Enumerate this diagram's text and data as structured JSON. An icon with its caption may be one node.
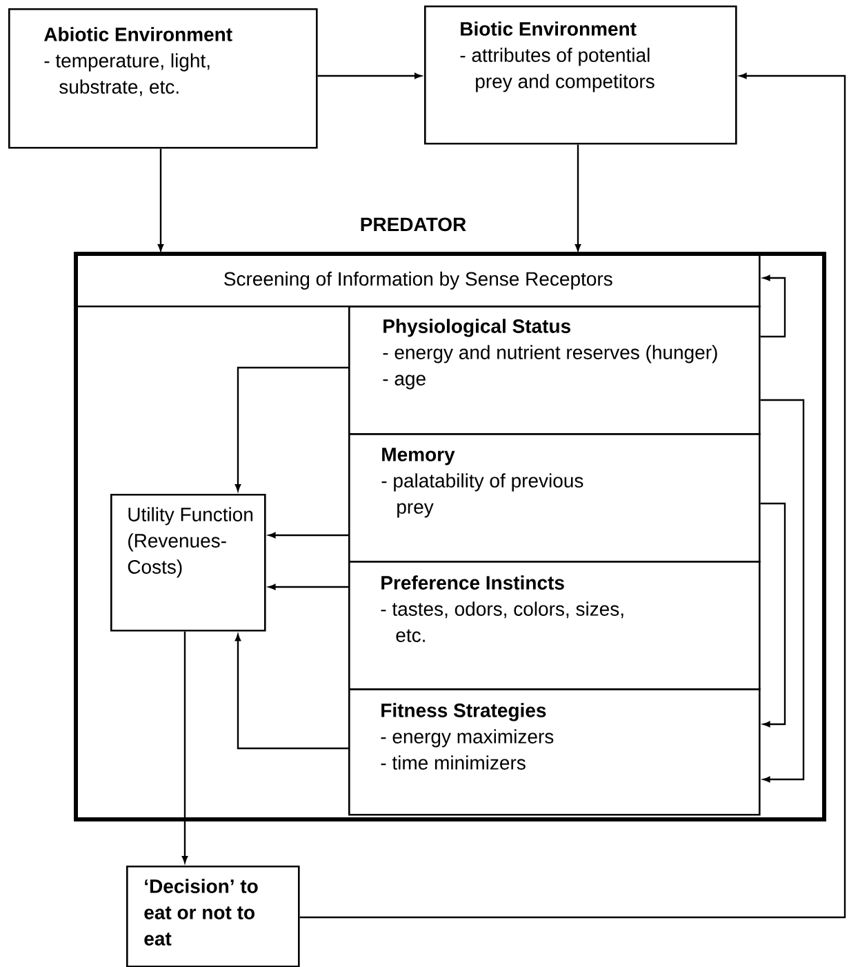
{
  "diagram": {
    "nodes": [
      {
        "text": [
          "Abiotic Environment",
          "- temperature, light, substrate, etc."
        ]
      },
      {
        "text": [
          "Biotic Environment",
          "- attributes of potential prey and competitors"
        ]
      },
      {
        "text": [
          "PREDATOR"
        ]
      },
      {
        "text": [
          "Screening of Information by Sense Receptors"
        ],
        "in": 2
      },
      {
        "text": [
          "Physiological Status",
          "- energy and nutrient reserves (hunger)",
          "- age"
        ],
        "in": 2
      },
      {
        "text": [
          "Memory",
          "- palatability of previous prey"
        ],
        "in": 2
      },
      {
        "text": [
          "Preference Instincts",
          "- tastes, odors, colors, sizes, etc."
        ],
        "in": 2
      },
      {
        "text": [
          "Fitness Strategies",
          "- energy maximizers",
          "- time minimizers"
        ],
        "in": 2
      },
      {
        "text": [
          "Utility Function (Revenues-Costs)"
        ],
        "in": 2
      },
      {
        "text": [
          "‘Decision’ to eat or not to eat"
        ]
      }
    ],
    "edges": [
      {
        "from": 0,
        "to": 1,
        "arrow": "to"
      },
      {
        "from": 0,
        "to": 3,
        "arrow": "to"
      },
      {
        "from": 1,
        "to": 3,
        "arrow": "to"
      },
      {
        "from": 4,
        "to": 8,
        "arrow": "to"
      },
      {
        "from": 5,
        "to": 8,
        "arrow": "to"
      },
      {
        "from": 6,
        "to": 8,
        "arrow": "to"
      },
      {
        "from": 7,
        "to": 8,
        "arrow": "to"
      },
      {
        "from": 8,
        "to": 9,
        "arrow": "to"
      },
      {
        "from": 9,
        "to": 1,
        "arrow": "to"
      },
      {
        "from": 4,
        "to": 3,
        "arrow": "to"
      },
      {
        "from": 4,
        "to": 7,
        "arrow": "to"
      },
      {
        "from": 5,
        "to": 7,
        "arrow": "to"
      }
    ]
  }
}
